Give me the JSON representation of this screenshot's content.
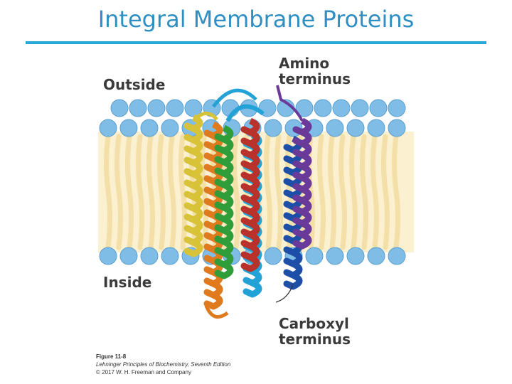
{
  "title": "Integral Membrane Proteins",
  "labels": {
    "outside": "Outside",
    "inside": "Inside",
    "amino_line1": "Amino",
    "amino_line2": "terminus",
    "carboxyl_line1": "Carboxyl",
    "carboxyl_line2": "terminus"
  },
  "figure": {
    "number": "Figure 11-8",
    "book": "Lehninger Principles of Biochemistry, Seventh Edition",
    "copyright": "© 2017 W. H. Freeman and Company"
  },
  "colors": {
    "title": "#2e8fc4",
    "rule": "#29a6da",
    "lipid_head": "#7fbde6",
    "lipid_tail": "#f3dfa8",
    "helices": [
      "#d8c238",
      "#e07a1f",
      "#2f9e3a",
      "#22a2d6",
      "#b8322b",
      "#1d4fa8",
      "#6a3a9a"
    ]
  }
}
